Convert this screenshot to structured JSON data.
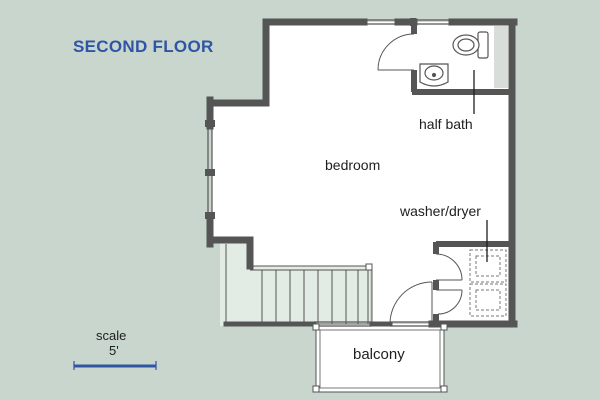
{
  "title": "SECOND FLOOR",
  "rooms": {
    "bedroom": "bedroom",
    "half_bath": "half bath",
    "washer_dryer": "washer/dryer",
    "balcony": "balcony"
  },
  "scale": {
    "label": "scale",
    "value": "5'"
  },
  "colors": {
    "background": "#c8d6cd",
    "floor": "#ffffff",
    "wall": "#555555",
    "title": "#2f55a4",
    "scale_bar": "#2f55a4",
    "text": "#1e1e1e"
  }
}
